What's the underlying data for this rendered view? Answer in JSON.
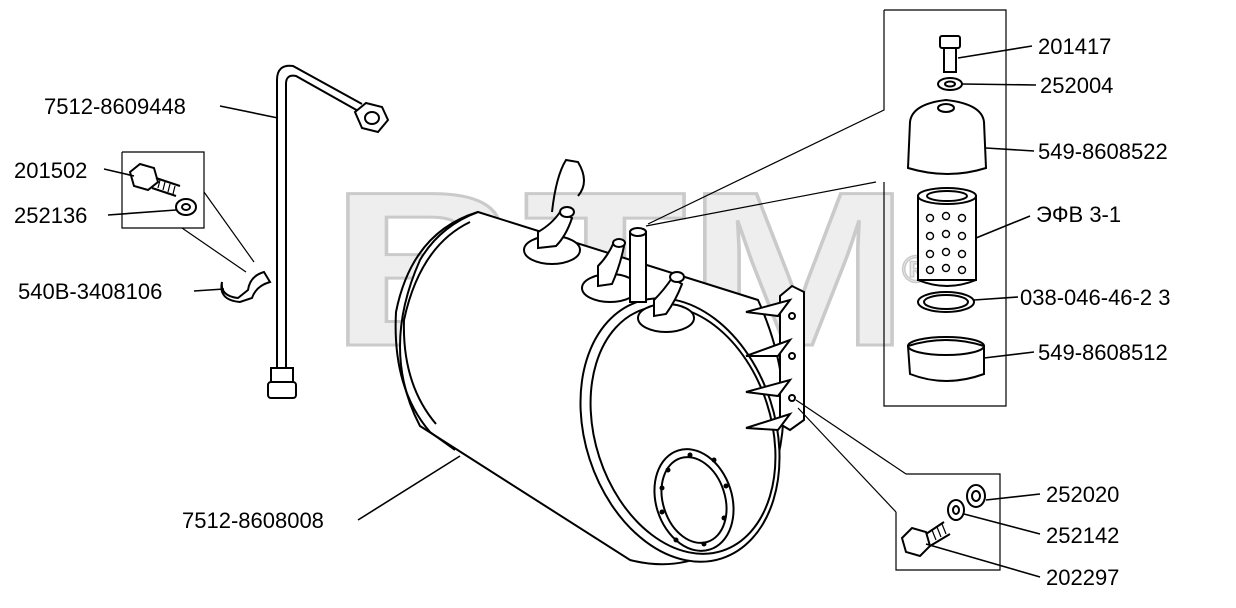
{
  "watermark": {
    "text": "BTM",
    "registered_mark": "®"
  },
  "labels": {
    "fuel_line": "7512-8609448",
    "bolt_clamp": "201502",
    "washer_clamp": "252136",
    "clamp": "540B-3408106",
    "tank": "7512-8608008",
    "filter_bolt": "201417",
    "filter_washer": "252004",
    "filter_cap": "549-8608522",
    "filter_element": "ЭФВ 3-1",
    "seal_ring": "038-046-46-2 3",
    "filter_base": "549-8608512",
    "washer_bracket_1": "252020",
    "washer_bracket_2": "252142",
    "bolt_bracket": "202297"
  }
}
